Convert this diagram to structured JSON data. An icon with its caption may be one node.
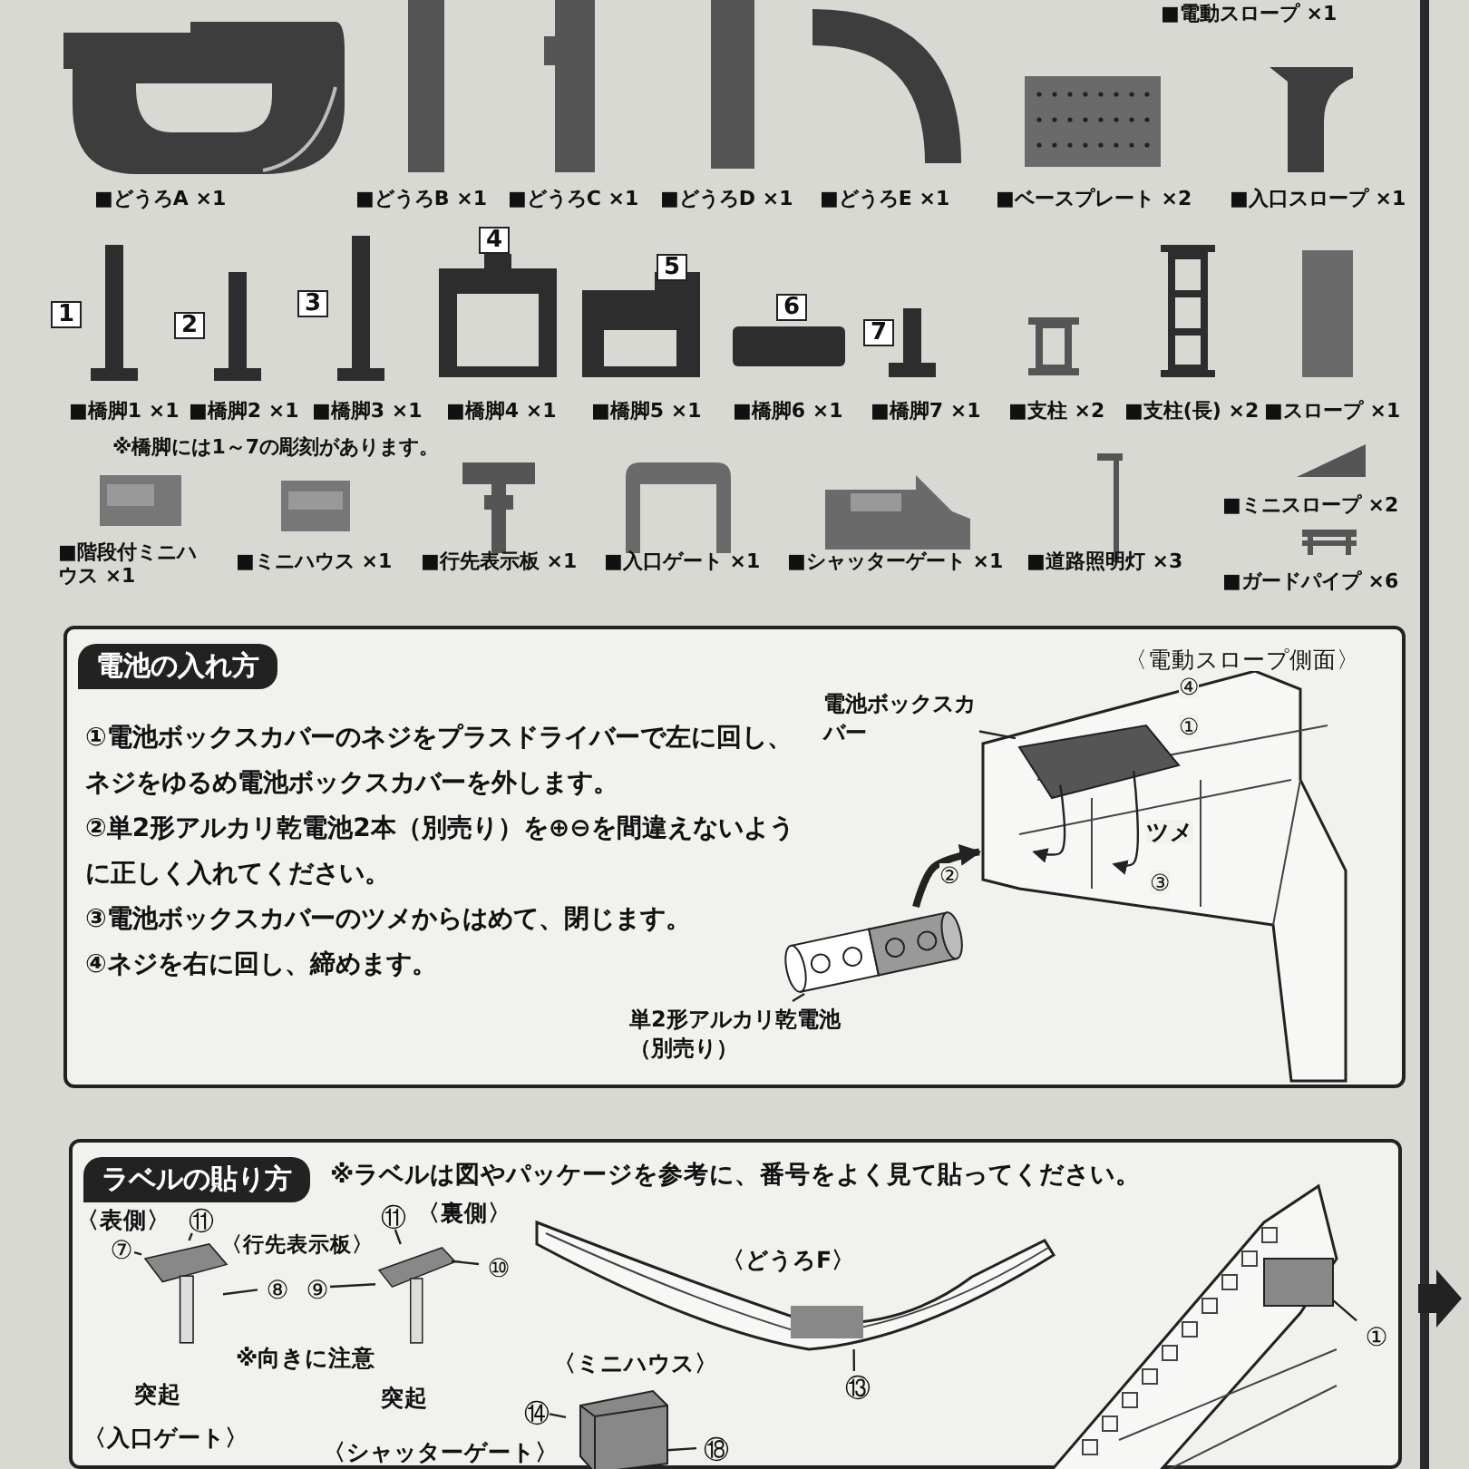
{
  "diagram": {
    "nodes": [
      {
        "text": [
          "電池の入れ方",
          "①電池ボックスカバーのネジをプラスドライバーで左に回し、ネジをゆるめ電池ボックスカバーを外します。",
          "②単2形アルカリ乾電池2本（別売り）を⊕⊖を間違えないように正しく入れてください。",
          "③電池ボックスカバーのツメからはめて、閉じます。",
          "④ネジを右に回し、締めます。"
        ]
      },
      {
        "text": [
          "電池ボックスカバー"
        ],
        "in": 0
      },
      {
        "text": [],
        "shape": "picture",
        "in": 5
      },
      {
        "text": [
          "単2形アルカリ乾電池",
          "（別売り）"
        ],
        "in": 0
      },
      {
        "text": [],
        "shape": "picture",
        "in": 0
      },
      {
        "text": [],
        "shape": "picture",
        "in": 0
      },
      {
        "text": [
          "ラベルの貼り方",
          "※ラベルは図やパッケージを参考に、番号をよく見て貼ってください。"
        ]
      },
      {
        "text": [],
        "shape": "picture",
        "in": 6
      },
      {
        "text": [
          "⑪"
        ],
        "in": 6
      },
      {
        "text": [
          "⑦"
        ],
        "in": 6
      },
      {
        "text": [
          "⑧"
        ],
        "in": 6
      },
      {
        "text": [],
        "shape": "picture",
        "in": 6
      },
      {
        "text": [
          "⑪"
        ],
        "in": 6
      },
      {
        "text": [
          "⑨"
        ],
        "in": 6
      },
      {
        "text": [
          "⑩"
        ],
        "in": 6
      },
      {
        "text": [],
        "shape": "picture",
        "in": 6
      },
      {
        "text": [
          "⑬"
        ],
        "in": 6
      },
      {
        "text": [],
        "shape": "picture",
        "in": 6
      },
      {
        "text": [
          "⑭"
        ],
        "in": 6
      },
      {
        "text": [
          "⑱"
        ],
        "in": 6
      },
      {
        "text": [],
        "shape": "picture",
        "in": 6
      },
      {
        "text": [
          "①"
        ],
        "in": 6
      }
    ],
    "edges": [
      {
        "from": 1,
        "to": 2,
        "arrow": "none"
      },
      {
        "from": 3,
        "to": 4,
        "arrow": "none"
      },
      {
        "from": 4,
        "to": 5,
        "arrow": "to",
        "style": "thick"
      },
      {
        "from": 2,
        "to": 5,
        "arrow": "to"
      },
      {
        "from": 2,
        "to": 5,
        "arrow": "to"
      },
      {
        "from": 8,
        "to": 7,
        "arrow": "none"
      },
      {
        "from": 9,
        "to": 7,
        "arrow": "none"
      },
      {
        "from": 10,
        "to": 7,
        "arrow": "none"
      },
      {
        "from": 12,
        "to": 11,
        "arrow": "none"
      },
      {
        "from": 13,
        "to": 11,
        "arrow": "none"
      },
      {
        "from": 14,
        "to": 11,
        "arrow": "none"
      },
      {
        "from": 16,
        "to": 15,
        "arrow": "none"
      },
      {
        "from": 18,
        "to": 17,
        "arrow": "none"
      },
      {
        "from": 19,
        "to": 17,
        "arrow": "none"
      },
      {
        "from": 21,
        "to": 20,
        "arrow": "none"
      }
    ],
    "labels": [
      "■電動スロープ ×1",
      "■どうろA ×1",
      "■どうろB ×1",
      "■どうろC ×1",
      "■どうろD ×1",
      "■どうろE ×1",
      "■ベースプレート ×2",
      "■入口スロープ ×1",
      "1",
      "2",
      "3",
      "4",
      "5",
      "6",
      "7",
      "■橋脚1 ×1",
      "■橋脚2 ×1",
      "■橋脚3 ×1",
      "■橋脚4 ×1",
      "■橋脚5 ×1",
      "■橋脚6 ×1",
      "■橋脚7 ×1",
      "■支柱 ×2",
      "■支柱(長) ×2",
      "■スロープ ×1",
      "※橋脚には1～7の彫刻があります。",
      "■階段付ミニハウス ×1",
      "■ミニハウス ×1",
      "■行先表示板 ×1",
      "■入口ゲート ×1",
      "■シャッターゲート ×1",
      "■道路照明灯 ×3",
      "■ミニスロープ ×2",
      "■ガードパイプ ×6",
      "〈電動スロープ側面〉",
      "④",
      "①",
      "②",
      "③",
      "ツメ",
      "〈表側〉",
      "〈行先表示板〉",
      "〈裏側〉",
      "※向きに注意",
      "突起",
      "突起",
      "〈どうろF〉",
      "〈ミニハウス〉",
      "〈入口ゲート〉",
      "〈シャッターゲート〉"
    ]
  }
}
